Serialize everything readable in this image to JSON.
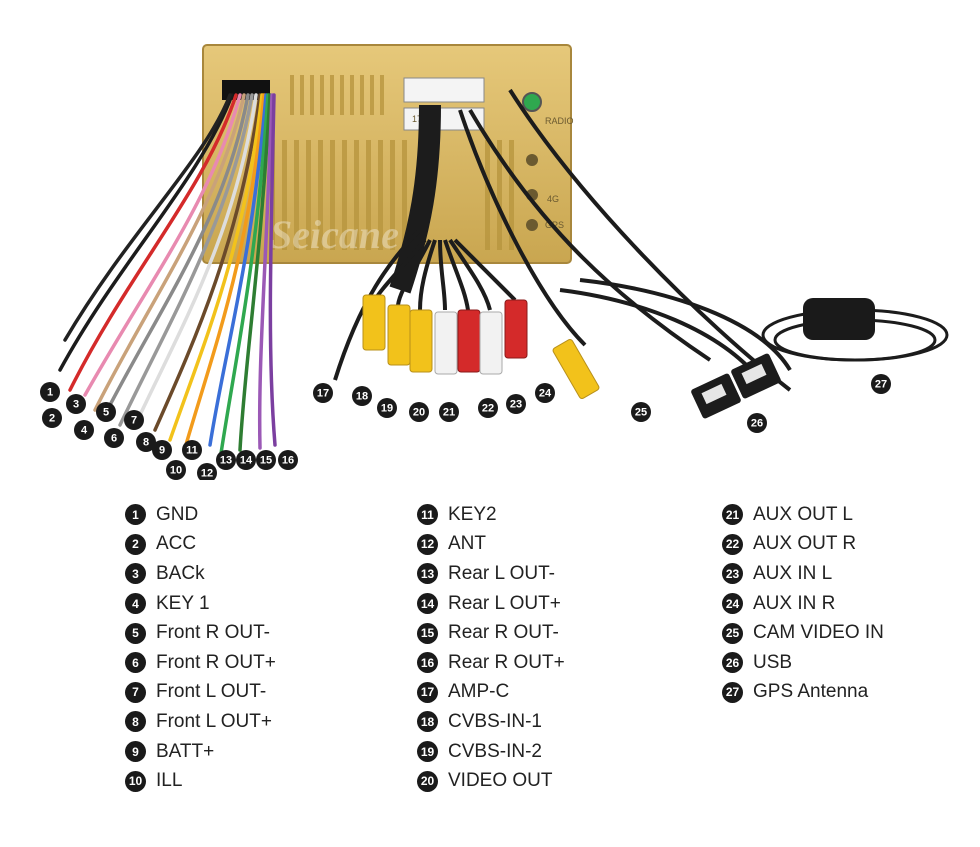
{
  "watermark": "Seicane",
  "unit_labels": {
    "gps": "GPS",
    "radio": "RADIO",
    "g4": "4G",
    "rc": "17 RC"
  },
  "callouts": [
    "1",
    "2",
    "3",
    "4",
    "5",
    "6",
    "7",
    "8",
    "9",
    "10",
    "11",
    "12",
    "13",
    "14",
    "15",
    "16",
    "17",
    "18",
    "19",
    "20",
    "21",
    "22",
    "23",
    "24",
    "25",
    "26",
    "27"
  ],
  "legend": {
    "col1": [
      {
        "num": "1",
        "label": "GND"
      },
      {
        "num": "2",
        "label": "ACC"
      },
      {
        "num": "3",
        "label": "BACk"
      },
      {
        "num": "4",
        "label": "KEY 1"
      },
      {
        "num": "5",
        "label": "Front R OUT-"
      },
      {
        "num": "6",
        "label": "Front R OUT+"
      },
      {
        "num": "7",
        "label": "Front L OUT-"
      },
      {
        "num": "8",
        "label": "Front L OUT+"
      },
      {
        "num": "9",
        "label": "BATT+"
      },
      {
        "num": "10",
        "label": "ILL"
      }
    ],
    "col2": [
      {
        "num": "11",
        "label": "KEY2"
      },
      {
        "num": "12",
        "label": "ANT"
      },
      {
        "num": "13",
        "label": "Rear L OUT-"
      },
      {
        "num": "14",
        "label": "Rear L OUT+"
      },
      {
        "num": "15",
        "label": "Rear R OUT-"
      },
      {
        "num": "16",
        "label": "Rear R OUT+"
      },
      {
        "num": "17",
        "label": "AMP-C"
      },
      {
        "num": "18",
        "label": "CVBS-IN-1"
      },
      {
        "num": "19",
        "label": "CVBS-IN-2"
      },
      {
        "num": "20",
        "label": "VIDEO OUT"
      }
    ],
    "col3": [
      {
        "num": "21",
        "label": "AUX OUT L"
      },
      {
        "num": "22",
        "label": "AUX OUT R"
      },
      {
        "num": "23",
        "label": "AUX IN L"
      },
      {
        "num": "24",
        "label": "AUX IN R"
      },
      {
        "num": "25",
        "label": "CAM VIDEO IN"
      },
      {
        "num": "26",
        "label": "USB"
      },
      {
        "num": "27",
        "label": "GPS Antenna"
      }
    ]
  },
  "colors": {
    "unit_body": "#d9b866",
    "unit_edge": "#a8873c",
    "rca_yellow": "#f2c21b",
    "rca_red": "#d42a2a",
    "rca_white": "#f2f2f2",
    "cable_black": "#1c1c1c"
  }
}
